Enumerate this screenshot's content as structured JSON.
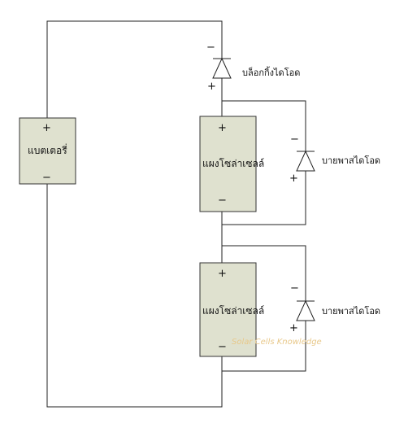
{
  "battery": {
    "label": "แบตเตอรี่",
    "plus": "+",
    "minus": "−"
  },
  "panel_top": {
    "label": "แผงโซล่าเซลล์",
    "plus": "+",
    "minus": "−"
  },
  "panel_bottom": {
    "label": "แผงโซล่าเซลล์",
    "plus": "+",
    "minus": "−"
  },
  "blocking_diode": {
    "label": "บล็อกกิ้งไดโอด",
    "plus": "+",
    "minus": "−"
  },
  "bypass_diode_top": {
    "label": "บายพาสไดโอด",
    "plus": "+",
    "minus": "−"
  },
  "bypass_diode_bottom": {
    "label": "บายพาสไดโอด",
    "plus": "+",
    "minus": "−"
  },
  "watermark": "Solar Cells Knowledge",
  "colors": {
    "box_fill": "#dfe1cf",
    "box_stroke": "#333333",
    "wire": "#222222"
  }
}
